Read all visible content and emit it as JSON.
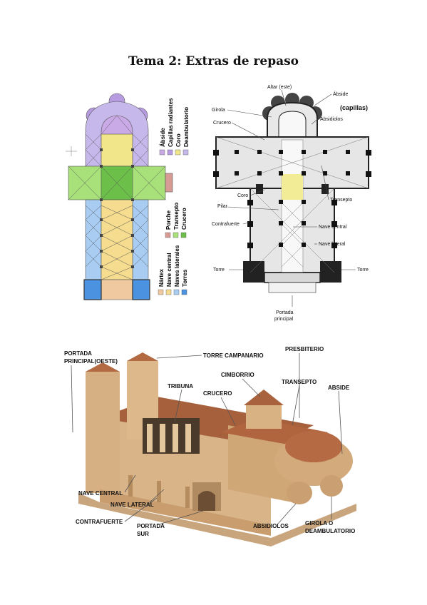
{
  "page": {
    "title": "Tema 2: Extras de repaso"
  },
  "plan1": {
    "legend_top": [
      "Ábside",
      "Capillas radiantes",
      "Coro",
      "Deambulatorio"
    ],
    "legend_mid": [
      "Porche",
      "Transepto",
      "Crucero"
    ],
    "legend_bottom": [
      "Nártex",
      "Nave central",
      "Naves laterales",
      "Torres"
    ],
    "colors": {
      "apse": "#c9a9e6",
      "radiating": "#b79be0",
      "choir": "#f2e68a",
      "ambulatory": "#c7b8ec",
      "porch": "#d79b93",
      "transept": "#a8e07a",
      "crossing": "#6cc04a",
      "narthex": "#f0c9a0",
      "central_nave": "#f6dc8e",
      "side_aisles": "#a9cdf2",
      "towers": "#4b93e0"
    }
  },
  "plan2": {
    "labels": {
      "altar": "Altar (este)",
      "abside": "Ábside",
      "capillas": "(capillas)",
      "girola": "Girola",
      "absidiolos": "Absidiolos",
      "crucero": "Crucero",
      "coro": "Coro",
      "transepto": "Transepto",
      "pilar": "Pilar",
      "contrafuerte": "Contrafuerte",
      "nave_central": "Nave central",
      "nave_lateral": "Nave lateral",
      "torre_left": "Torre",
      "torre_right": "Torre",
      "portada_1": "Portada",
      "portada_2": "principal"
    }
  },
  "iso": {
    "labels": {
      "portada_1": "PORTADA",
      "portada_2": "PRINCIPAL(OESTE)",
      "torre": "TORRE CAMPANARIO",
      "presbiterio": "PRESBITERIO",
      "cimborrio": "CIMBORRIO",
      "tribuna": "TRIBUNA",
      "crucero": "CRUCERO",
      "transepto": "TRANSEPTO",
      "abside": "ABSIDE",
      "nave_central": "NAVE CENTRAL",
      "nave_lateral": "NAVE LATERAL",
      "contrafuerte": "CONTRAFUERTE",
      "portada_sur_1": "PORTADA",
      "portada_sur_2": "SUR",
      "absidiolos": "ABSIDIOLOS",
      "girola_1": "GIROLA O",
      "girola_2": "DEAMBULATORIO"
    }
  }
}
